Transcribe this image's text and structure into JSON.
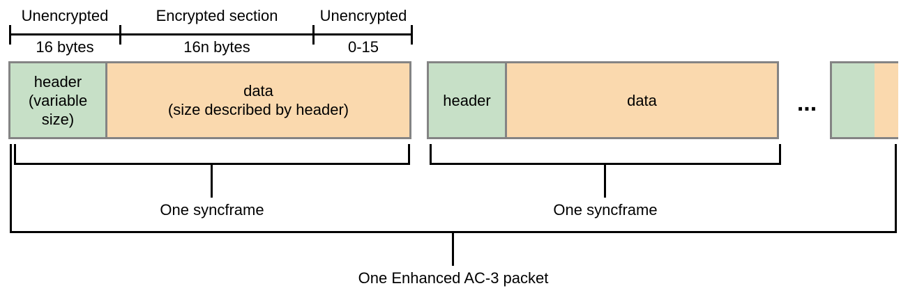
{
  "ruler": {
    "segments": [
      {
        "label": "Unencrypted",
        "size": "16 bytes"
      },
      {
        "label": "Encrypted section",
        "size": "16n bytes"
      },
      {
        "label": "Unencrypted",
        "size": "0-15"
      }
    ]
  },
  "syncframes": {
    "first": {
      "header_label": "header\n(variable\nsize)",
      "data_label": "data\n(size described by header)",
      "caption": "One syncframe"
    },
    "second": {
      "header_label": "header",
      "data_label": "data",
      "caption": "One syncframe"
    },
    "ellipsis": "..."
  },
  "packet": {
    "caption": "One Enhanced AC-3 packet"
  },
  "colors": {
    "header_green": "#c7e0c7",
    "data_orange": "#fad9ae",
    "block_border_gray": "#848484",
    "line_black": "#000000",
    "background": "#ffffff"
  }
}
